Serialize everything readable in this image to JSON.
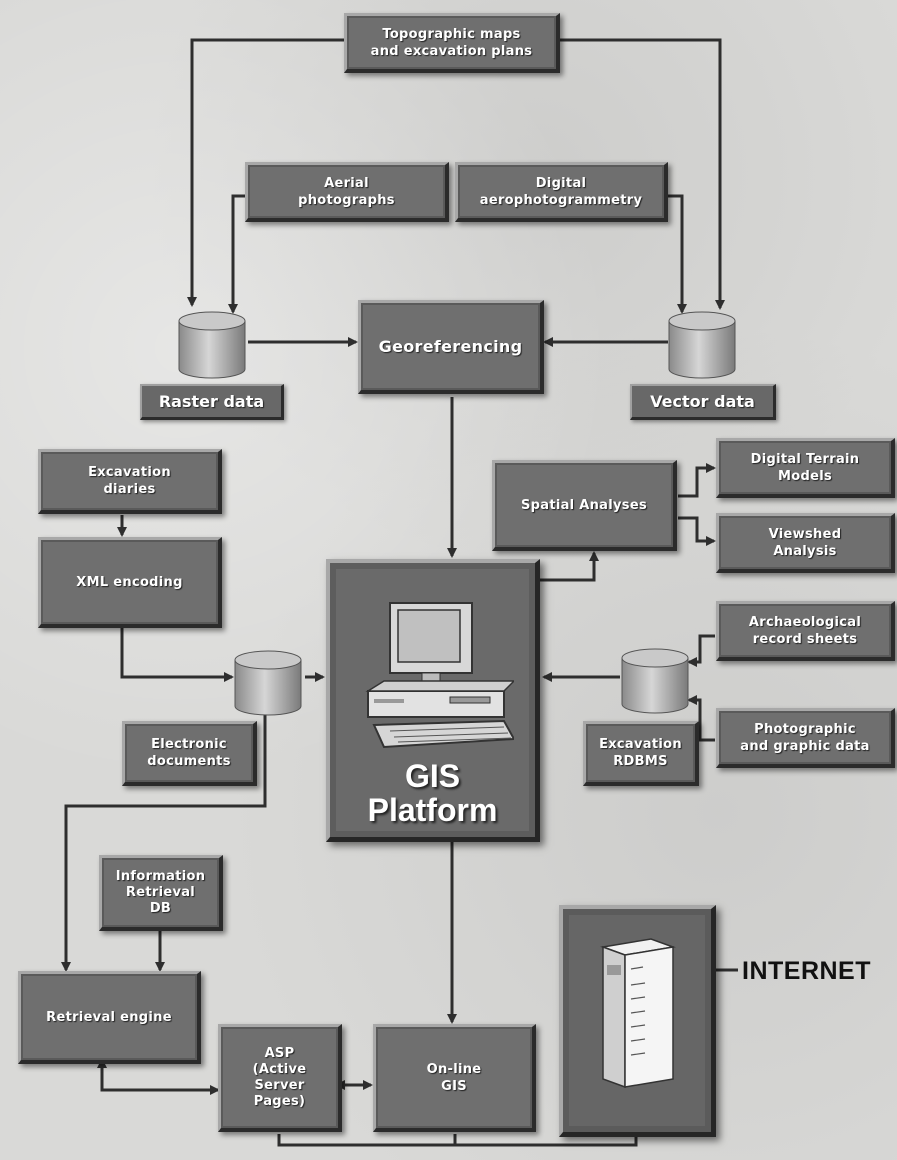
{
  "nodes": {
    "topographic_maps": "Topographic maps\nand excavation plans",
    "aerial_photographs": "Aerial\nphotographs",
    "digital_aerophotogrammetry": "Digital\naerophotogrammetry",
    "georeferencing": "Georeferencing",
    "raster_data": "Raster data",
    "vector_data": "Vector data",
    "excavation_diaries": "Excavation\ndiaries",
    "xml_encoding": "XML encoding",
    "spatial_analyses": "Spatial Analyses",
    "digital_terrain_models": "Digital Terrain\nModels",
    "viewshed_analysis": "Viewshed\nAnalysis",
    "archaeological_record_sheets": "Archaeological\nrecord sheets",
    "photographic_graphic_data": "Photographic\nand graphic data",
    "electronic_documents": "Electronic\ndocuments",
    "excavation_rdbms": "Excavation\nRDBMS",
    "gis_platform": "GIS\nPlatform",
    "information_retrieval_db": "Information\nRetrieval\nDB",
    "retrieval_engine": "Retrieval engine",
    "asp": "ASP\n(Active\nServer\nPages)",
    "online_gis": "On-line\nGIS",
    "internet": "INTERNET"
  },
  "colors": {
    "box_fill": "#6f6f6f",
    "connector": "#2e2e2e",
    "background": "#d9d9d7",
    "text": "#ffffff"
  },
  "icons": [
    "database-cylinder-icon",
    "computer-icon",
    "server-rack-icon"
  ]
}
